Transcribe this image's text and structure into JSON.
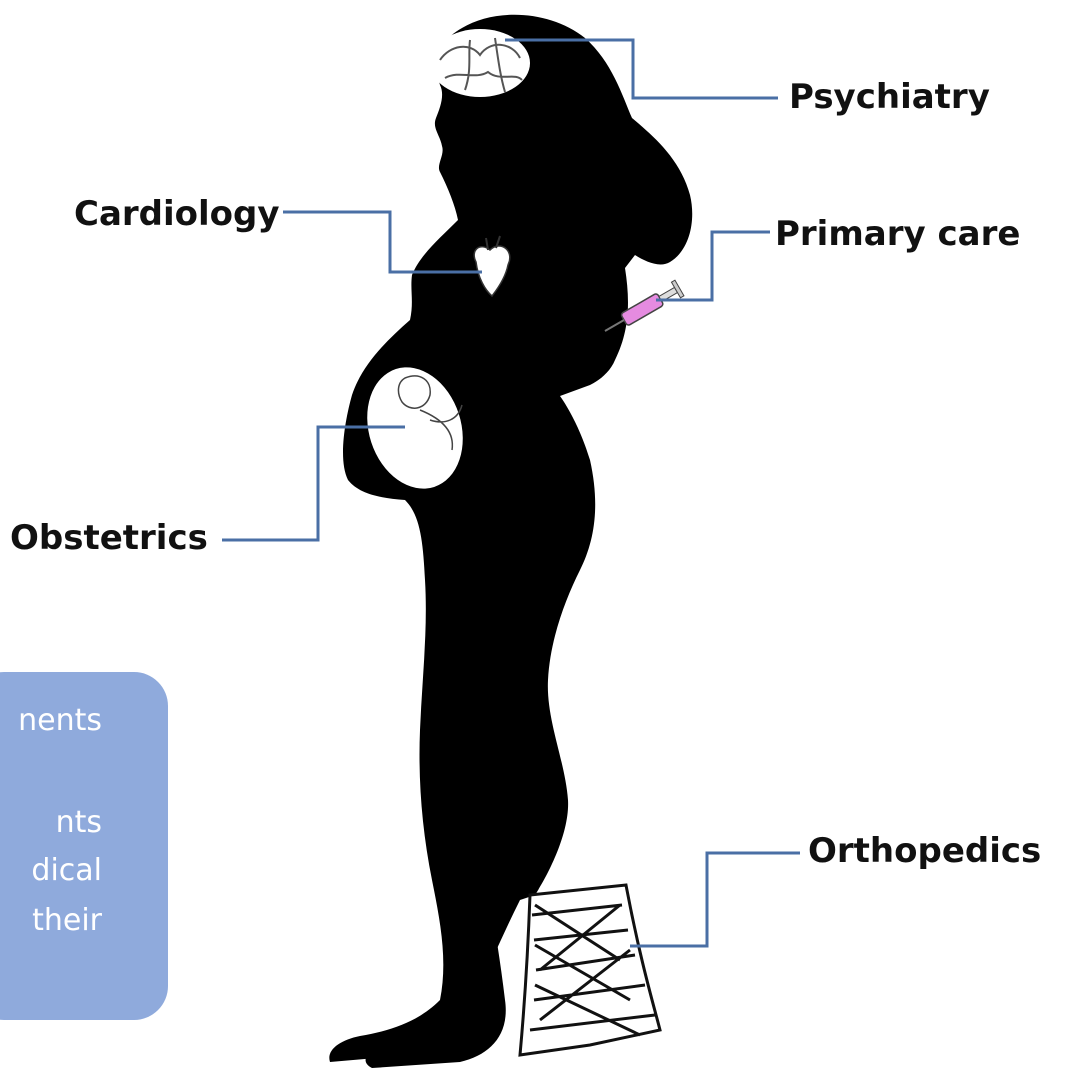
{
  "labels": {
    "psychiatry": "Psychiatry",
    "cardiology": "Cardiology",
    "primary_care": "Primary care",
    "obstetrics": "Obstetrics",
    "orthopedics": "Orthopedics"
  },
  "note_box": {
    "lines": [
      "nents",
      "nts",
      "dical",
      "their"
    ]
  },
  "colors": {
    "leader_line": "#4a6fa5",
    "note_box": "#8faadc",
    "silhouette": "#000000",
    "syringe": "#e58be0"
  }
}
